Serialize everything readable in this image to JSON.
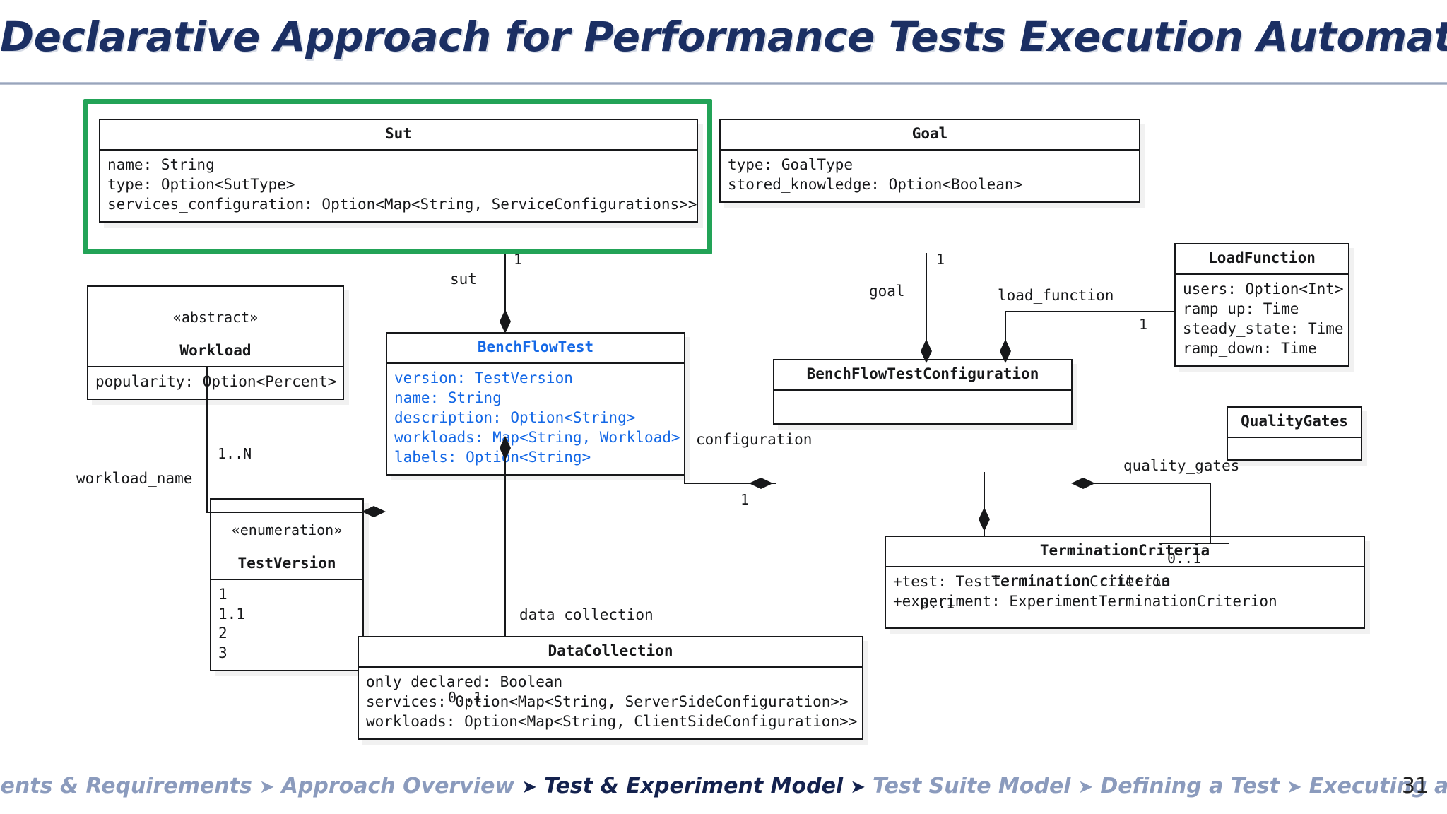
{
  "slide": {
    "title": "Declarative Approach for Performance Tests Execution Automation",
    "page_number": "31",
    "highlight_color": "#22a357",
    "accent_color": "#1468e6"
  },
  "classes": {
    "sut": {
      "name": "Sut",
      "attributes": "name: String\ntype: Option<SutType>\nservices_configuration: Option<Map<String, ServiceConfigurations>>"
    },
    "goal": {
      "name": "Goal",
      "attributes": "type: GoalType\nstored_knowledge: Option<Boolean>"
    },
    "load_function": {
      "name": "LoadFunction",
      "attributes": "users: Option<Int>\nramp_up: Time\nsteady_state: Time\nramp_down: Time"
    },
    "workload": {
      "stereotype": "«abstract»",
      "name": "Workload",
      "attributes": "popularity: Option<Percent>"
    },
    "test_version": {
      "stereotype": "«enumeration»",
      "name": "TestVersion",
      "attributes": "1\n1.1\n2\n3"
    },
    "bench_flow_test": {
      "name": "BenchFlowTest",
      "attributes": "version: TestVersion\nname: String\ndescription: Option<String>\nworkloads: Map<String, Workload>\nlabels: Option<String>"
    },
    "bench_flow_test_configuration": {
      "name": "BenchFlowTestConfiguration",
      "attributes": ""
    },
    "quality_gates": {
      "name": "QualityGates",
      "attributes": ""
    },
    "termination_criteria": {
      "name": "TerminationCriteria",
      "attributes": "+test: TestTerminationCriterion\n+experiment: ExperimentTerminationCriterion"
    },
    "data_collection": {
      "name": "DataCollection",
      "attributes": "only_declared: Boolean\nservices: Option<Map<String, ServerSideConfiguration>>\nworkloads: Option<Map<String, ClientSideConfiguration>>"
    }
  },
  "associations": {
    "sut": {
      "role": "sut",
      "multiplicity": "1"
    },
    "goal": {
      "role": "goal",
      "multiplicity": "1"
    },
    "load_function": {
      "role": "load_function",
      "multiplicity": "1"
    },
    "workload_name": {
      "role": "workload_name",
      "multiplicity": "1..N"
    },
    "configuration": {
      "role": "configuration",
      "multiplicity": "1"
    },
    "quality_gates": {
      "role": "quality_gates",
      "multiplicity": "0..1"
    },
    "termination_criteria": {
      "role": "termination_criteria",
      "multiplicity": "0..1"
    },
    "data_collection": {
      "role": "data_collection",
      "multiplicity": "0..1"
    }
  },
  "footer": {
    "crumbs": [
      {
        "label": "Elements & Requirements",
        "active": false
      },
      {
        "label": "Approach Overview",
        "active": false
      },
      {
        "label": "Test & Experiment Model",
        "active": true
      },
      {
        "label": "Test Suite Model",
        "active": false
      },
      {
        "label": "Defining a Test",
        "active": false
      },
      {
        "label": "Executing a Test",
        "active": false
      }
    ],
    "separator": "➤"
  }
}
